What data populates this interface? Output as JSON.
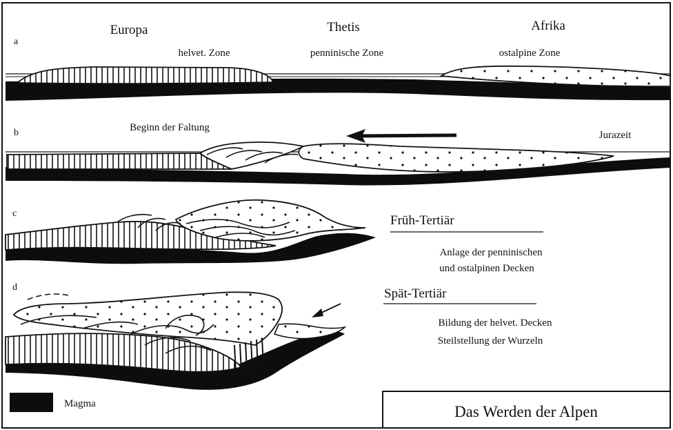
{
  "labels": {
    "europa": "Europa",
    "thetis": "Thetis",
    "afrika": "Afrika",
    "helvet_zone": "helvet. Zone",
    "penninische_zone": "penninische Zone",
    "ostalpine_zone": "ostalpine Zone",
    "beginn_faltung": "Beginn der Faltung",
    "jurazeit": "Jurazeit",
    "frueh_tertiaer": "Früh-Tertiär",
    "frueh_desc_1": "Anlage der penninischen",
    "frueh_desc_2": "und ostalpinen Decken",
    "spaet_tertiaer": "Spät-Tertiär",
    "spaet_desc_1": "Bildung der helvet. Decken",
    "spaet_desc_2": "Steilstellung der Wurzeln"
  },
  "panels": {
    "a": "a",
    "b": "b",
    "c": "c",
    "d": "d"
  },
  "legend": {
    "magma": "Magma"
  },
  "title": "Das Werden der Alpen"
}
